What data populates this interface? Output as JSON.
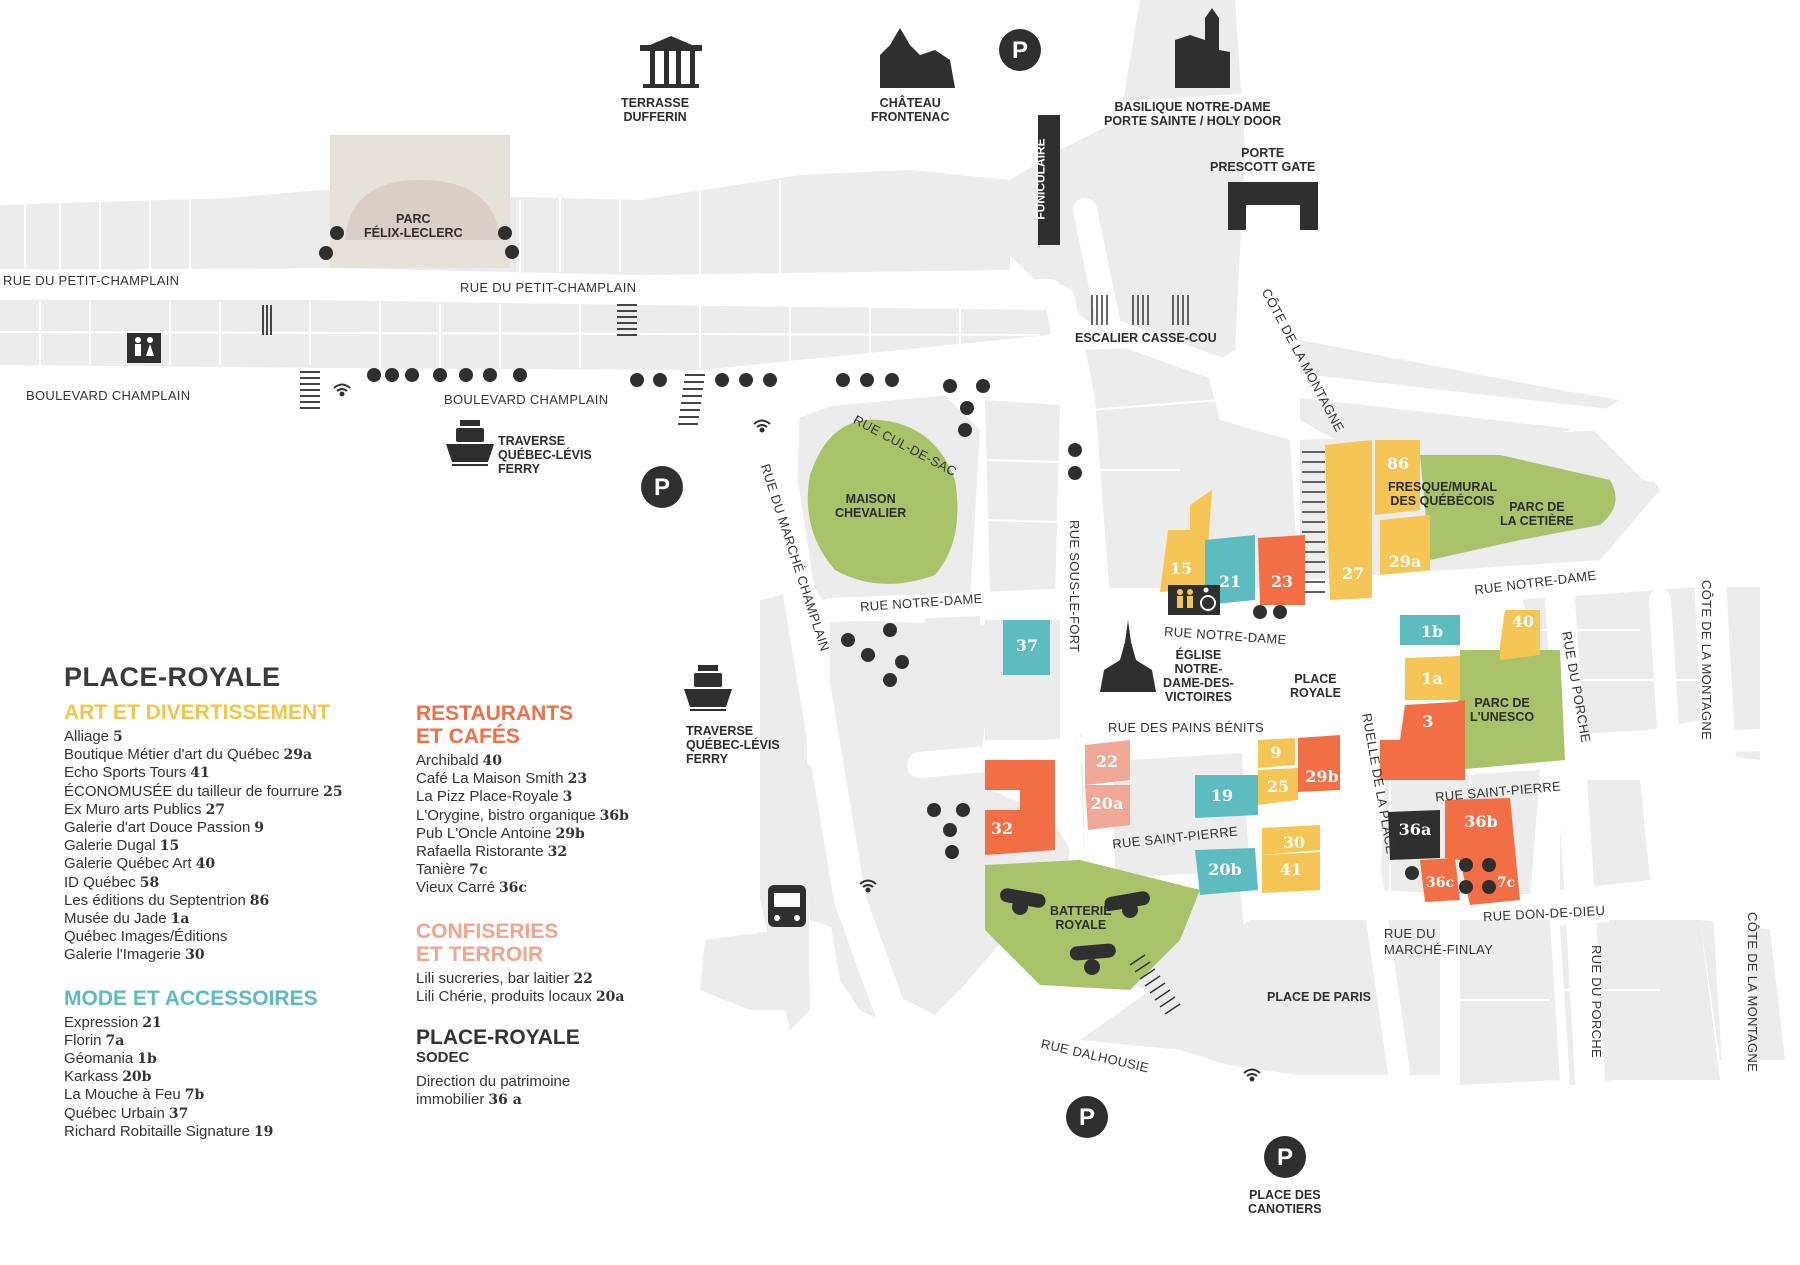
{
  "colors": {
    "road": "#ffffff",
    "block": "#ededed",
    "park": "#aac36a",
    "art": "#f5c655",
    "restaurant": "#f26e44",
    "teal": "#5cbcbf",
    "peach": "#f0a996",
    "dark": "#2f2f2f"
  },
  "landmarks": {
    "terrasse": "TERRASSE\nDUFFERIN",
    "chateau": "CHÂTEAU\nFRONTENAC",
    "basilique": "BASILIQUE NOTRE-DAME\nPORTE SAINTE / HOLY DOOR",
    "porte": "PORTE\nPRESCOTT GATE",
    "funiculaire": "FUNICULAIRE",
    "parc_felix": "PARC\nFÉLIX-LECLERC",
    "escalier": "ESCALIER CASSE-COU",
    "traverse1": "TRAVERSE\nQUÉBEC-LÉVIS\nFERRY",
    "traverse2": "TRAVERSE\nQUÉBEC-LÉVIS\nFERRY",
    "maison_chevalier": "MAISON\nCHEVALIER",
    "fresque": "FRESQUE/MURAL\nDES QUÉBÉCOIS",
    "parc_cetiere": "PARC DE\nLA CETIÈRE",
    "eglise": "ÉGLISE\nNOTRE-\nDAME-DES-\nVICTOIRES",
    "place_royale": "PLACE\nROYALE",
    "parc_unesco": "PARC DE\nL'UNESCO",
    "batterie": "BATTERIE\nROYALE",
    "place_paris": "PLACE DE PARIS",
    "place_canotiers": "PLACE DES\nCANOTIERS"
  },
  "streets": {
    "petit_champlain_1": "RUE DU PETIT-CHAMPLAIN",
    "petit_champlain_2": "RUE DU PETIT-CHAMPLAIN",
    "bd_champlain_1": "BOULEVARD CHAMPLAIN",
    "bd_champlain_2": "BOULEVARD CHAMPLAIN",
    "cul_de_sac": "RUE CUL-DE-SAC",
    "marche_champlain": "RUE DU MARCHÉ CHAMPLAIN",
    "notre_dame_1": "RUE NOTRE-DAME",
    "notre_dame_2": "RUE NOTRE-DAME",
    "notre_dame_3": "RUE NOTRE-DAME",
    "sous_le_fort": "RUE SOUS-LE-FORT",
    "cote_montagne_1": "CÔTE DE LA MONTAGNE",
    "cote_montagne_2": "CÔTE DE LA MONTAGNE",
    "cote_montagne_3": "CÔTE DE LA MONTAGNE",
    "pains_benits": "RUE DES PAINS BÉNITS",
    "ruelle_place": "RUELLE DE LA PLACE",
    "saint_pierre_1": "RUE SAINT-PIERRE",
    "saint_pierre_2": "RUE SAINT-PIERRE",
    "porche_1": "RUE DU PORCHE",
    "porche_2": "RUE DU PORCHE",
    "don_de_dieu": "RUE DON-DE-DIEU",
    "marche_finlay": "RUE DU\nMARCHÉ-FINLAY",
    "dalhousie": "RUE DALHOUSIE"
  },
  "lots": [
    {
      "id": "l15",
      "label": "15",
      "color": "art"
    },
    {
      "id": "l21",
      "label": "21",
      "color": "teal"
    },
    {
      "id": "l23",
      "label": "23",
      "color": "restaurant"
    },
    {
      "id": "l27",
      "label": "27",
      "color": "art"
    },
    {
      "id": "l86",
      "label": "86",
      "color": "art"
    },
    {
      "id": "l29a",
      "label": "29a",
      "color": "art"
    },
    {
      "id": "l37",
      "label": "37",
      "color": "teal"
    },
    {
      "id": "l1b",
      "label": "1b",
      "color": "teal"
    },
    {
      "id": "l40",
      "label": "40",
      "color": "art"
    },
    {
      "id": "l1a",
      "label": "1a",
      "color": "art"
    },
    {
      "id": "l3",
      "label": "3",
      "color": "restaurant"
    },
    {
      "id": "l22",
      "label": "22",
      "color": "peach"
    },
    {
      "id": "l20a",
      "label": "20a",
      "color": "peach"
    },
    {
      "id": "l9",
      "label": "9",
      "color": "art"
    },
    {
      "id": "l29b",
      "label": "29b",
      "color": "restaurant"
    },
    {
      "id": "l19",
      "label": "19",
      "color": "teal"
    },
    {
      "id": "l25",
      "label": "25",
      "color": "art"
    },
    {
      "id": "l32",
      "label": "32",
      "color": "restaurant"
    },
    {
      "id": "l30",
      "label": "30",
      "color": "art"
    },
    {
      "id": "l20b",
      "label": "20b",
      "color": "teal"
    },
    {
      "id": "l41",
      "label": "41",
      "color": "art"
    },
    {
      "id": "l36a",
      "label": "36a",
      "color": "dark"
    },
    {
      "id": "l36b",
      "label": "36b",
      "color": "restaurant"
    },
    {
      "id": "l36c",
      "label": "36c",
      "color": "restaurant"
    },
    {
      "id": "l7c",
      "label": "7c",
      "color": "restaurant"
    }
  ],
  "legend": {
    "title": "PLACE-ROYALE",
    "art": {
      "heading": "ART ET DIVERTISSEMENT",
      "items": [
        {
          "name": "Alliage",
          "num": "5"
        },
        {
          "name": "Boutique Métier d'art du Québec",
          "num": "29a"
        },
        {
          "name": "Echo Sports Tours",
          "num": "41"
        },
        {
          "name": "ÉCONOMUSÉE du tailleur de fourrure",
          "num": "25"
        },
        {
          "name": "Ex Muro arts Publics",
          "num": "27"
        },
        {
          "name": "Galerie d'art Douce Passion",
          "num": "9"
        },
        {
          "name": "Galerie Dugal",
          "num": "15"
        },
        {
          "name": "Galerie Québec Art",
          "num": "40"
        },
        {
          "name": "ID Québec",
          "num": "58"
        },
        {
          "name": "Les éditions du Septentrion",
          "num": "86"
        },
        {
          "name": "Musée du Jade",
          "num": "1a"
        },
        {
          "name": "Québec Images/Éditions",
          "num": ""
        },
        {
          "name": "Galerie l'Imagerie",
          "num": "30"
        }
      ]
    },
    "mode": {
      "heading": "MODE ET ACCESSOIRES",
      "items": [
        {
          "name": "Expression",
          "num": "21"
        },
        {
          "name": "Florin",
          "num": "7a"
        },
        {
          "name": "Géomania",
          "num": "1b"
        },
        {
          "name": "Karkass",
          "num": "20b"
        },
        {
          "name": "La Mouche à Feu",
          "num": "7b"
        },
        {
          "name": "Québec Urbain",
          "num": "37"
        },
        {
          "name": "Richard Robitaille Signature",
          "num": "19"
        }
      ]
    },
    "resto": {
      "heading": "RESTAURANTS\nET CAFÉS",
      "items": [
        {
          "name": "Archibald",
          "num": "40"
        },
        {
          "name": "Café La Maison Smith",
          "num": "23"
        },
        {
          "name": "La Pizz Place-Royale",
          "num": "3"
        },
        {
          "name": "L'Orygine, bistro organique",
          "num": "36b"
        },
        {
          "name": "Pub L'Oncle Antoine",
          "num": "29b"
        },
        {
          "name": "Rafaella Ristorante",
          "num": "32"
        },
        {
          "name": "Tanière",
          "num": "7c"
        },
        {
          "name": "Vieux Carré",
          "num": "36c"
        }
      ]
    },
    "confiseries": {
      "heading": "CONFISERIES\nET TERROIR",
      "items": [
        {
          "name": "Lili sucreries, bar laitier",
          "num": "22"
        },
        {
          "name": "Lili Chérie, produits locaux",
          "num": "20a"
        }
      ]
    },
    "place_royale": {
      "heading": "PLACE-ROYALE",
      "sub": "SODEC",
      "text1": "Direction du patrimoine",
      "text2": "immobilier",
      "num": "36 a"
    }
  }
}
